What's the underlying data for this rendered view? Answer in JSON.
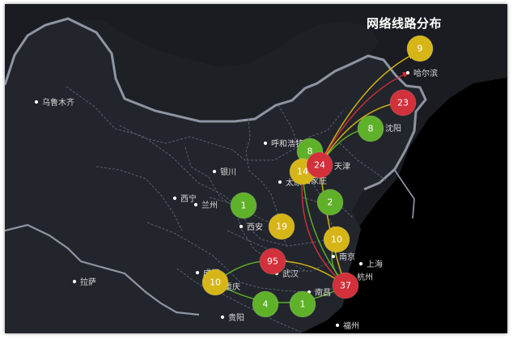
{
  "title": "网络线路分布",
  "colors": {
    "background": "#050608",
    "land": "#1a1c21",
    "china_land": "#22252c",
    "sea": "#000000",
    "border": "#8e95a2",
    "province": "#58606d",
    "red": "#d2303a",
    "yellow": "#d6b617",
    "green": "#5fb12a",
    "label": "#d8d8d8"
  },
  "cities": [
    {
      "name": "乌鲁木齐",
      "icon": "city-dot-icon"
    },
    {
      "name": "呼和浩特",
      "icon": "city-dot-icon"
    },
    {
      "name": "哈尔滨",
      "icon": "city-dot-icon"
    },
    {
      "name": "银川",
      "icon": "city-dot-icon"
    },
    {
      "name": "西宁",
      "icon": "city-dot-icon"
    },
    {
      "name": "兰州",
      "icon": "city-dot-icon"
    },
    {
      "name": "西安",
      "icon": "city-dot-icon"
    },
    {
      "name": "太原",
      "icon": "city-dot-icon"
    },
    {
      "name": "石家庄",
      "icon": "city-dot-icon"
    },
    {
      "name": "天津",
      "icon": "city-dot-icon"
    },
    {
      "name": "沈阳",
      "icon": "city-dot-icon"
    },
    {
      "name": "成都",
      "icon": "city-dot-icon"
    },
    {
      "name": "重庆",
      "icon": "city-dot-icon"
    },
    {
      "name": "武汉",
      "icon": "city-dot-icon"
    },
    {
      "name": "南京",
      "icon": "city-dot-icon"
    },
    {
      "name": "上海",
      "icon": "city-dot-icon"
    },
    {
      "name": "杭州",
      "icon": "city-dot-icon"
    },
    {
      "name": "南昌",
      "icon": "city-dot-icon"
    },
    {
      "name": "拉萨",
      "icon": "city-dot-icon"
    },
    {
      "name": "贵阳",
      "icon": "city-dot-icon"
    },
    {
      "name": "福州",
      "icon": "city-dot-icon"
    }
  ],
  "bubbles": [
    {
      "value": "9",
      "status": "yellow"
    },
    {
      "value": "23",
      "status": "red"
    },
    {
      "value": "8",
      "status": "green"
    },
    {
      "value": "8",
      "status": "green"
    },
    {
      "value": "14",
      "status": "yellow"
    },
    {
      "value": "24",
      "status": "red"
    },
    {
      "value": "1",
      "status": "green"
    },
    {
      "value": "2",
      "status": "green"
    },
    {
      "value": "19",
      "status": "yellow"
    },
    {
      "value": "10",
      "status": "yellow"
    },
    {
      "value": "95",
      "status": "red"
    },
    {
      "value": "10",
      "status": "yellow"
    },
    {
      "value": "37",
      "status": "red"
    },
    {
      "value": "4",
      "status": "green"
    },
    {
      "value": "1",
      "status": "green"
    }
  ],
  "routes": [
    {
      "from": "24",
      "to": "9",
      "status": "yellow"
    },
    {
      "from": "24",
      "to": "哈尔滨",
      "status": "red"
    },
    {
      "from": "24",
      "to": "23",
      "status": "yellow"
    },
    {
      "from": "24",
      "to": "8",
      "status": "green"
    },
    {
      "from": "24",
      "to": "37",
      "status": "yellow"
    },
    {
      "from": "14",
      "to": "37",
      "status": "green"
    },
    {
      "from": "14",
      "to": "37",
      "status": "red"
    },
    {
      "from": "10",
      "to": "37",
      "status": "green"
    },
    {
      "from": "95",
      "to": "37",
      "status": "yellow"
    },
    {
      "from": "10",
      "to": "37",
      "status": "green"
    },
    {
      "from": "10",
      "to": "95",
      "status": "green"
    }
  ]
}
